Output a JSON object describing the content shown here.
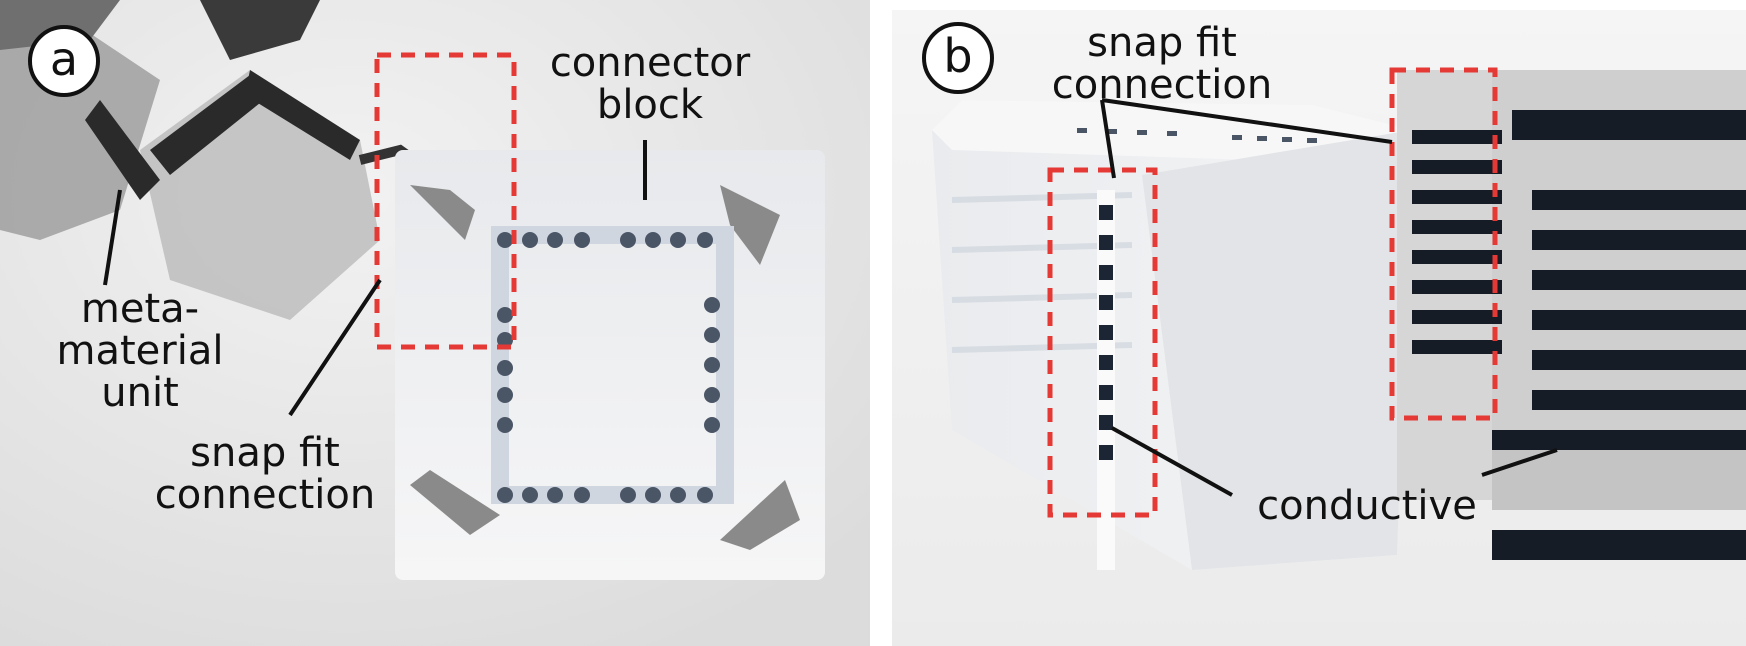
{
  "panels": {
    "a": {
      "letter": "a",
      "labels": {
        "connector_block": "connector\nblock",
        "metamaterial_unit": "meta-\nmaterial\nunit",
        "snap_fit": "snap fit\nconnection"
      }
    },
    "b": {
      "letter": "b",
      "labels": {
        "snap_fit": "snap fit\nconnection",
        "conductive": "conductive"
      }
    }
  },
  "colors": {
    "highlight_box": "#e53935",
    "conductive_trace": "#1c2533",
    "background_grey": "#d4d4d4"
  }
}
